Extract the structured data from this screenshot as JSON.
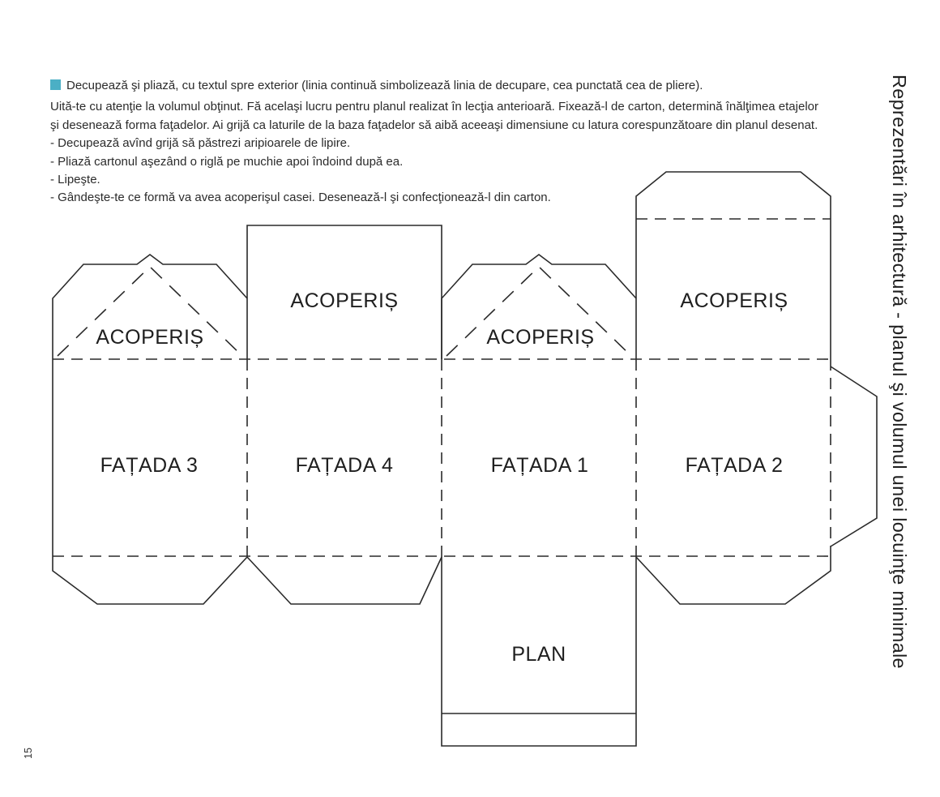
{
  "page": {
    "number": "15",
    "side_title": "Reprezentări în arhitectură - planul şi volumul unei locuinţe minimale"
  },
  "instructions": {
    "bullet_line": "Decupează şi pliază, cu textul spre exterior (linia continuă simbolizează linia de decupare, cea punctată cea de pliere).",
    "lines": [
      "Uită-te cu atenţie la volumul obţinut. Fă acelaşi lucru pentru planul realizat în lecţia anterioară. Fixează-l de carton, determină înălţimea etajelor",
      "şi desenează forma faţadelor. Ai grijă ca laturile de la baza faţadelor să aibă aceeaşi dimensiune cu latura corespunzătoare din planul desenat.",
      "- Decupează avînd grijă să păstrezi aripioarele de lipire.",
      "- Pliază cartonul aşezând o riglă pe muchie apoi îndoind după ea.",
      "- Lipeşte.",
      "- Gândeşte-te ce formă va avea acoperişul casei. Desenează-l şi confecţionează-l din carton."
    ]
  },
  "diagram": {
    "labels": {
      "roof_3": "ACOPERIȘ",
      "roof_4": "ACOPERIȘ",
      "roof_1": "ACOPERIȘ",
      "roof_2": "ACOPERIȘ",
      "facade_3": "FAȚADA 3",
      "facade_4": "FAȚADA 4",
      "facade_1": "FAȚADA 1",
      "facade_2": "FAȚADA 2",
      "plan": "PLAN"
    }
  },
  "colors": {
    "bullet_square": "#4bafc5",
    "line": "#2a2a2a",
    "text": "#262626"
  }
}
